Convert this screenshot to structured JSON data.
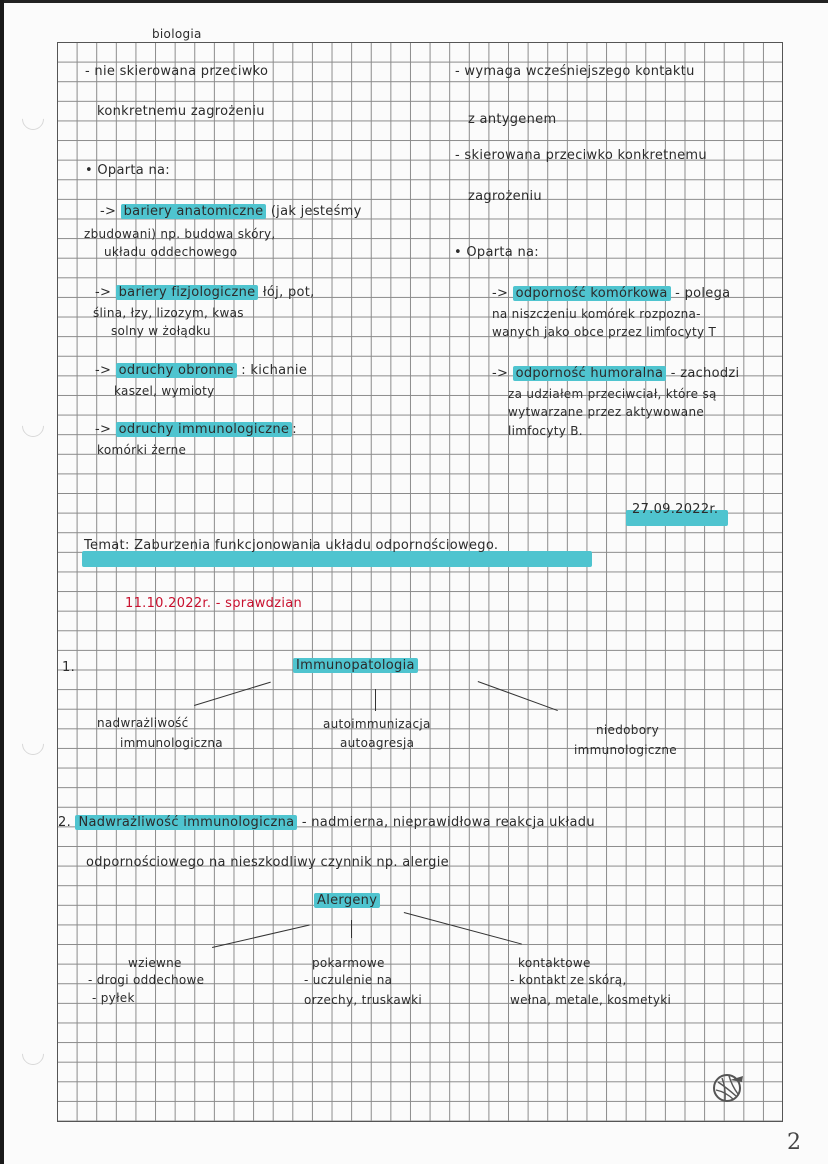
{
  "header": {
    "subject": "biologia"
  },
  "left_column": {
    "line1": "- nie skierowana przeciwko",
    "line2": "konkretnemu zagrożeniu",
    "based_on": "• Oparta na:",
    "items": [
      {
        "arrow": "->",
        "term": "bariery anatomiczne",
        "desc": "(jak jesteśmy",
        "desc2": "zbudowani) np. budowa skóry,",
        "desc3": "układu oddechowego"
      },
      {
        "arrow": "->",
        "term": "bariery fizjologiczne",
        "desc": "łój, pot,",
        "desc2": "ślina, łzy, lizozym, kwas",
        "desc3": "solny w żołądku"
      },
      {
        "arrow": "->",
        "term": "odruchy obronne",
        "desc": ": kichanie",
        "desc2": "kaszel, wymioty"
      },
      {
        "arrow": "->",
        "term": "odruchy immunologiczne",
        "desc": ":",
        "desc2": "komórki żerne"
      }
    ]
  },
  "right_column": {
    "line1": "- wymaga wcześniejszego kontaktu",
    "line2": "z antygenem",
    "line3": "- skierowana przeciwko konkretnemu",
    "line4": "zagrożeniu",
    "based_on": "• Oparta na:",
    "items": [
      {
        "arrow": "->",
        "term": "odporność komórkowa",
        "desc": "- polega",
        "desc2": "na niszczeniu komórek rozpozna-",
        "desc3": "wanych jako obce przez limfocyty T"
      },
      {
        "arrow": "->",
        "term": "odporność humoralna",
        "desc": "- zachodzi",
        "desc2": "za udziałem przeciwciał, które są",
        "desc3": "wytwarzane przez aktywowane",
        "desc4": "limfocyty B."
      }
    ]
  },
  "lesson": {
    "date": "27.09.2022r.",
    "topic": "Temat: Zaburzenia funkcjonowania układu odpornościowego.",
    "test_note": "11.10.2022r. - sprawdzian"
  },
  "diagram1": {
    "number": "1.",
    "root": "Immunopatologia",
    "branches": [
      {
        "line1": "nadwrażliwość",
        "line2": "immunologiczna"
      },
      {
        "line1": "autoimmunizacja",
        "line2": "autoagresja"
      },
      {
        "line1": "niedobory",
        "line2": "immunologiczne"
      }
    ]
  },
  "section2": {
    "number": "2.",
    "term": "Nadwrażliwość immunologiczna",
    "desc": "- nadmierna, nieprawidłowa reakcja układu",
    "desc2": "odpornościowego na nieszkodliwy czynnik np. alergie"
  },
  "diagram2": {
    "root": "Alergeny",
    "branches": [
      {
        "title": "wziewne",
        "items": [
          "- drogi oddechowe",
          "- pyłek"
        ]
      },
      {
        "title": "pokarmowe",
        "items": [
          "- uczulenie na",
          "orzechy, truskawki"
        ]
      },
      {
        "title": "kontaktowe",
        "items": [
          "- kontakt ze skórą,",
          "wełna, metale, kosmetyki"
        ]
      }
    ]
  },
  "footer": {
    "logo": "globe-logo-icon",
    "page_number": "2"
  },
  "colors": {
    "highlight": "#4fc4cf",
    "red_ink": "#c8102e",
    "grid": "#8a8a8a",
    "ink": "#2b2b2b"
  }
}
